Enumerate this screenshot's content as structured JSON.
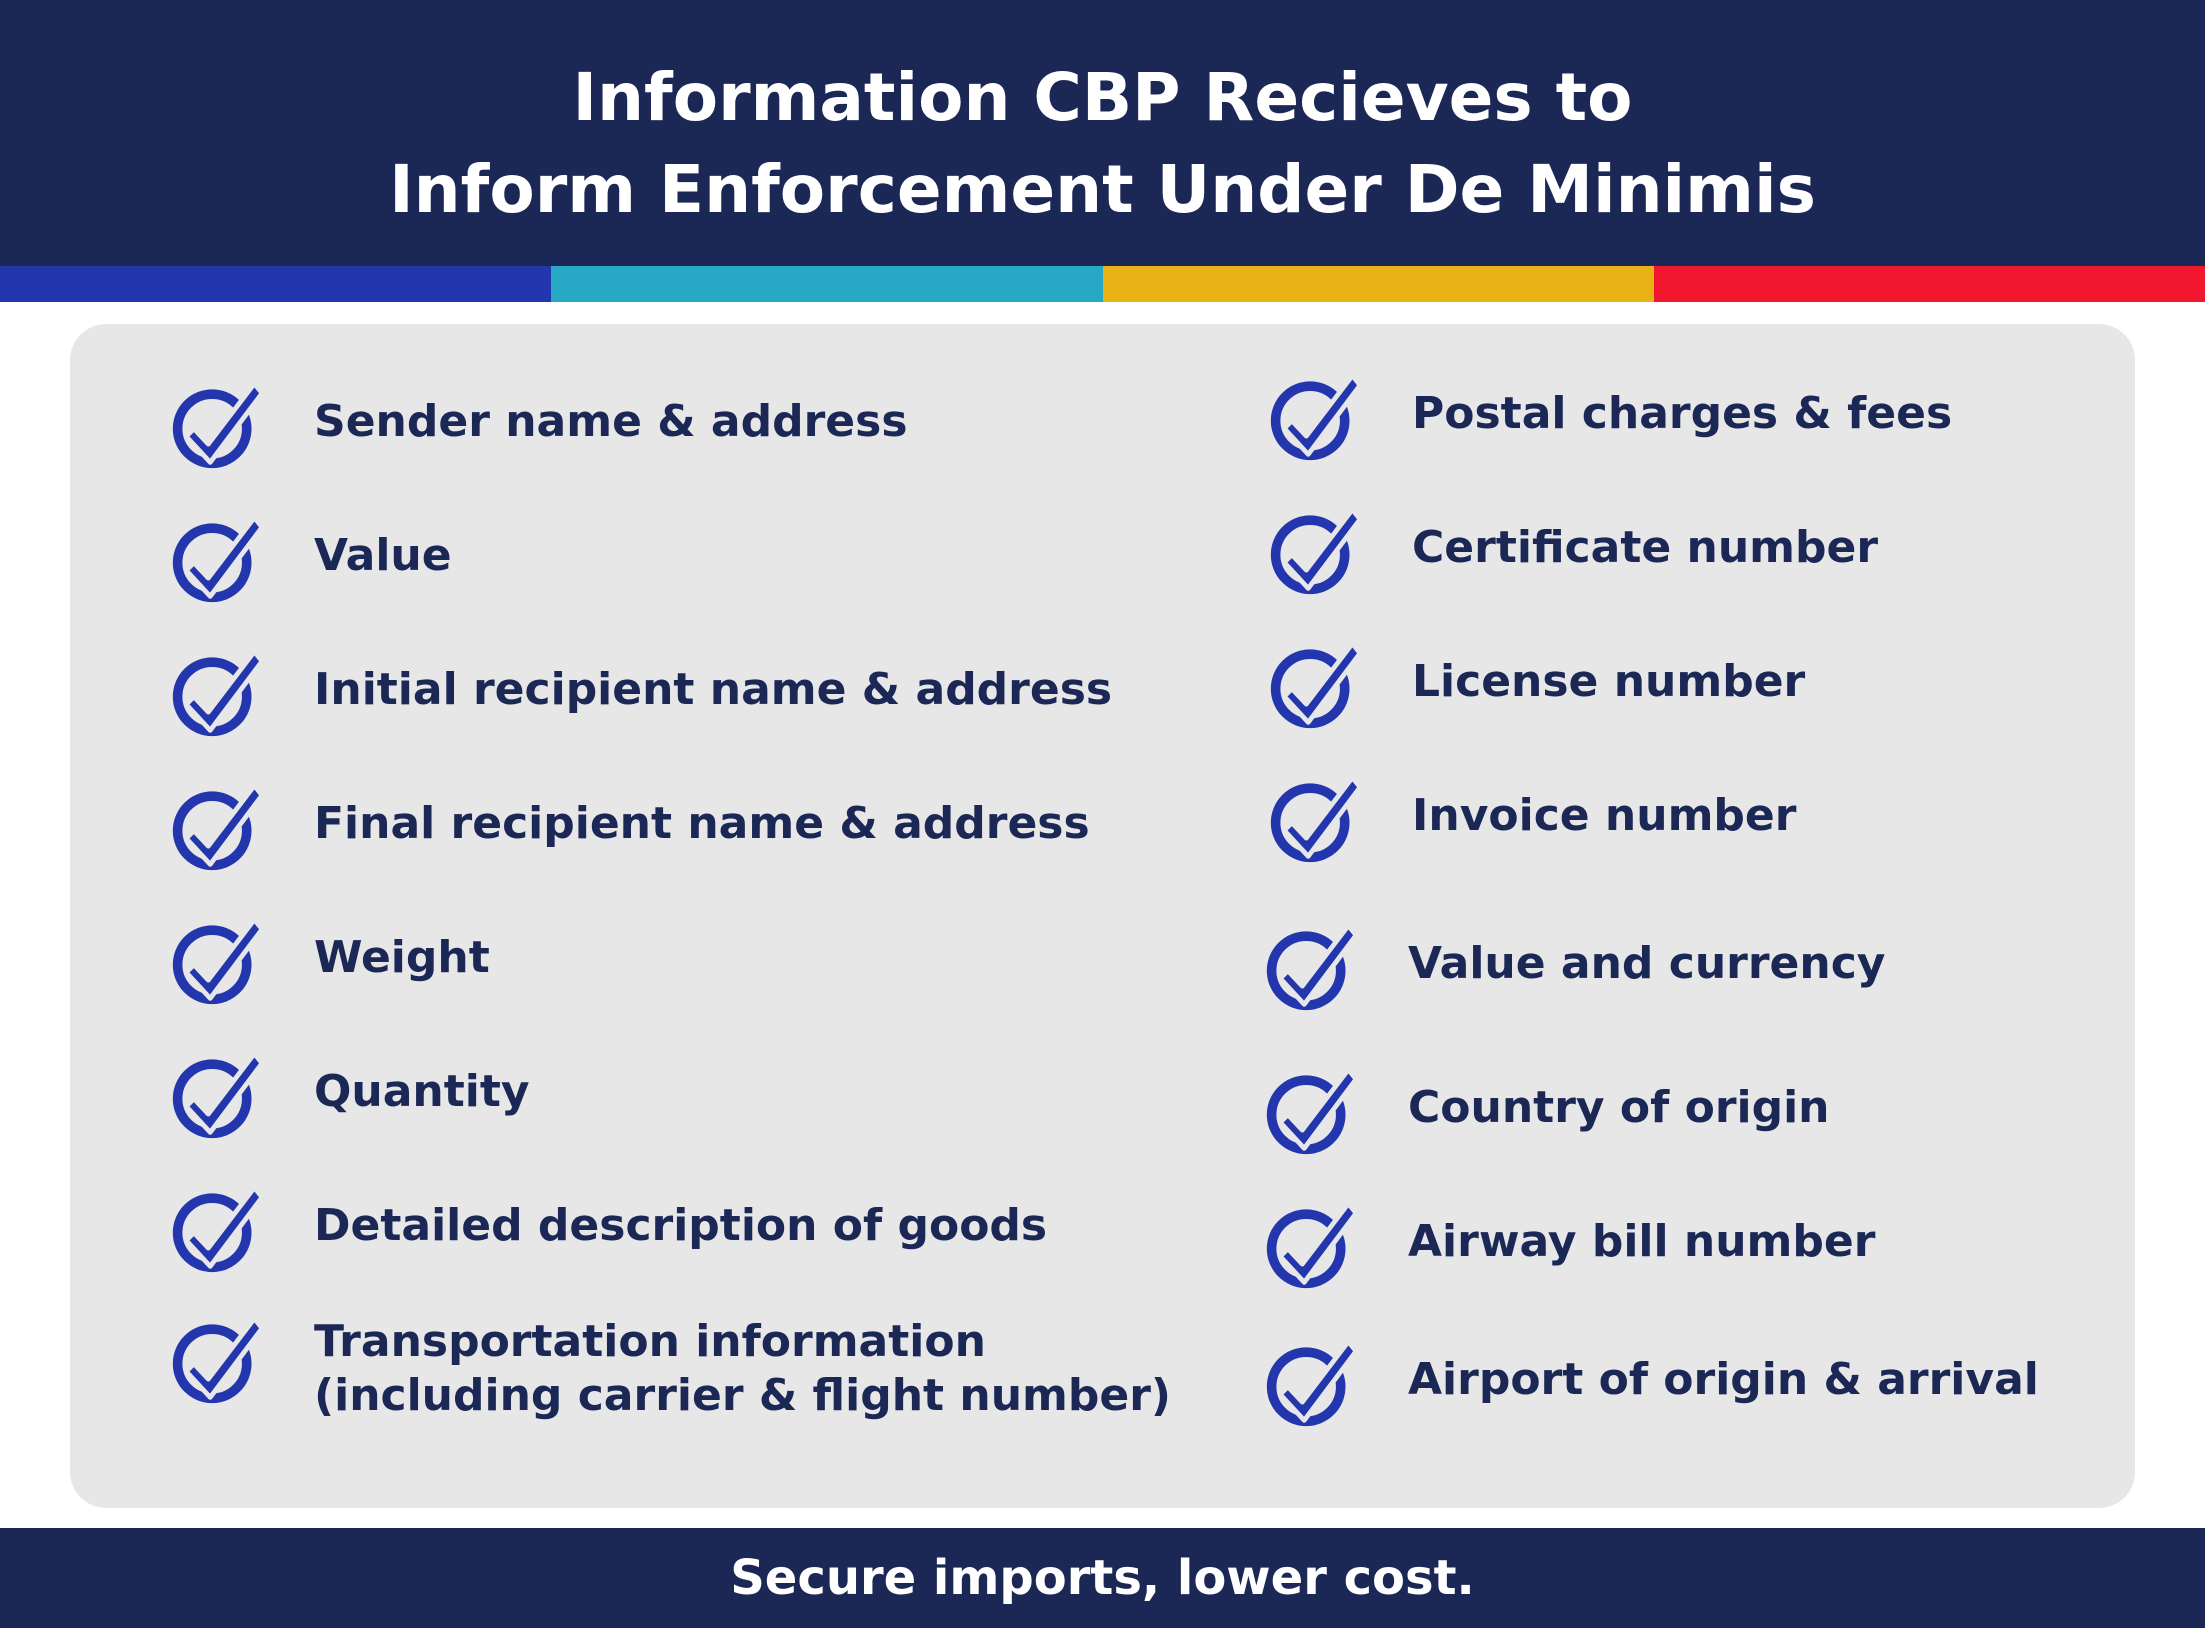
{
  "header": {
    "title": "Information CBP Recieves to\nInform Enforcement Under De Minimis"
  },
  "stripe_colors": [
    "#2336ad",
    "#27a9c5",
    "#e9b214",
    "#f0162d"
  ],
  "checklist": {
    "icon": "check-circle-icon",
    "icon_color": "#2336ad",
    "left_column": [
      "Sender name & address",
      "Value",
      "Initial recipient name & address",
      "Final recipient name & address",
      "Weight",
      "Quantity",
      "Detailed description of goods",
      "Transportation information\n(including carrier & flight number)"
    ],
    "right_column": [
      "Postal charges & fees",
      "Certificate number",
      "License number",
      "Invoice number",
      "Value and currency",
      "Country of origin",
      "Airway bill number",
      "Airport of origin & arrival"
    ]
  },
  "footer": {
    "tagline": "Secure imports, lower cost."
  }
}
